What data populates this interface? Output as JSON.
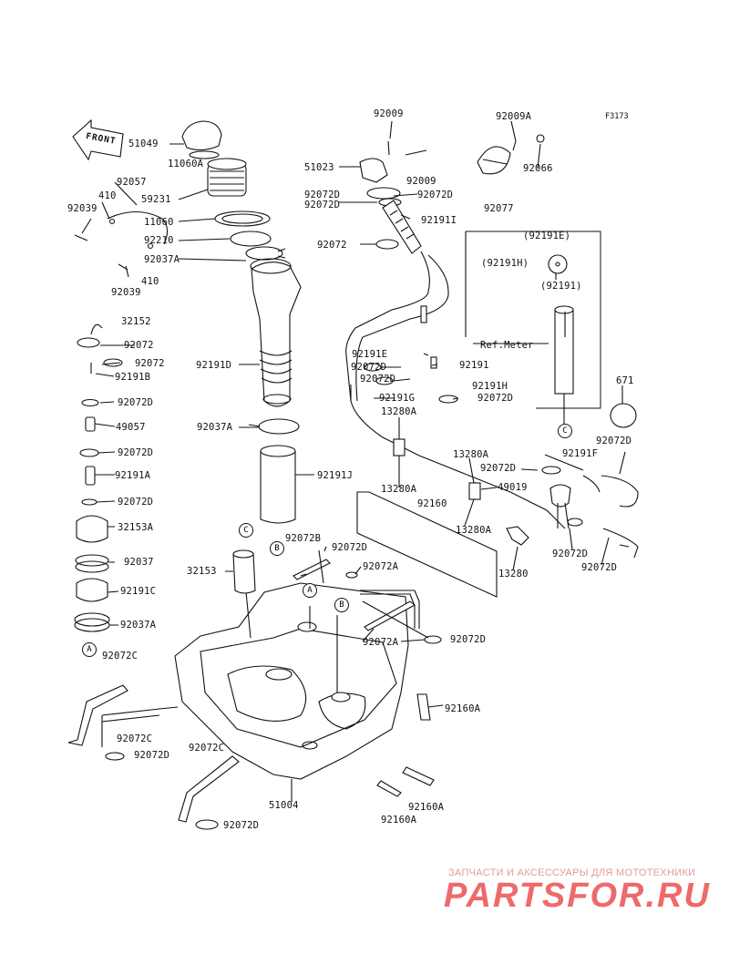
{
  "diagram": {
    "code": "F3173",
    "front_label": "FRONT",
    "labels": [
      {
        "id": "51049",
        "text": "51049"
      },
      {
        "id": "11060A",
        "text": "11060A"
      },
      {
        "id": "92057",
        "text": "92057"
      },
      {
        "id": "410a",
        "text": "410"
      },
      {
        "id": "92039a",
        "text": "92039"
      },
      {
        "id": "59231",
        "text": "59231"
      },
      {
        "id": "11060",
        "text": "11060"
      },
      {
        "id": "92210",
        "text": "92210"
      },
      {
        "id": "92037A_top",
        "text": "92037A"
      },
      {
        "id": "410b",
        "text": "410"
      },
      {
        "id": "92039b",
        "text": "92039"
      },
      {
        "id": "32152",
        "text": "32152"
      },
      {
        "id": "92072_l1",
        "text": "92072"
      },
      {
        "id": "92072_l2",
        "text": "92072"
      },
      {
        "id": "92191B",
        "text": "92191B"
      },
      {
        "id": "92072D_l1",
        "text": "92072D"
      },
      {
        "id": "49057",
        "text": "49057"
      },
      {
        "id": "92072D_l2",
        "text": "92072D"
      },
      {
        "id": "92191A",
        "text": "92191A"
      },
      {
        "id": "92072D_l3",
        "text": "92072D"
      },
      {
        "id": "32153A",
        "text": "32153A"
      },
      {
        "id": "92037",
        "text": "92037"
      },
      {
        "id": "92191C",
        "text": "92191C"
      },
      {
        "id": "92037A_l",
        "text": "92037A"
      },
      {
        "id": "A_92072C",
        "text": "92072C"
      },
      {
        "id": "92072C_2",
        "text": "92072C"
      },
      {
        "id": "92072D_l4",
        "text": "92072D"
      },
      {
        "id": "92072C_3",
        "text": "92072C"
      },
      {
        "id": "92072D_l5",
        "text": "92072D"
      },
      {
        "id": "51004",
        "text": "51004"
      },
      {
        "id": "92191D",
        "text": "92191D"
      },
      {
        "id": "92037A_mid",
        "text": "92037A"
      },
      {
        "id": "92191J",
        "text": "92191J"
      },
      {
        "id": "32153",
        "text": "32153"
      },
      {
        "id": "92072B",
        "text": "92072B"
      },
      {
        "id": "92072D_m1",
        "text": "92072D"
      },
      {
        "id": "92072A_1",
        "text": "92072A"
      },
      {
        "id": "92072A_2",
        "text": "92072A"
      },
      {
        "id": "92072D_m2",
        "text": "92072D"
      },
      {
        "id": "92009_top",
        "text": "92009"
      },
      {
        "id": "92009A",
        "text": "92009A"
      },
      {
        "id": "51023",
        "text": "51023"
      },
      {
        "id": "92066",
        "text": "92066"
      },
      {
        "id": "92009_m",
        "text": "92009"
      },
      {
        "id": "92072D_r1",
        "text": "92072D"
      },
      {
        "id": "92072D_r2",
        "text": "92072D"
      },
      {
        "id": "92072D_r3",
        "text": "92072D"
      },
      {
        "id": "92191I",
        "text": "92191I"
      },
      {
        "id": "92077",
        "text": "92077"
      },
      {
        "id": "92072",
        "text": "92072"
      },
      {
        "id": "92191E_p",
        "text": "(92191E)"
      },
      {
        "id": "92191H_p",
        "text": "(92191H)"
      },
      {
        "id": "92191_p",
        "text": "(92191)"
      },
      {
        "id": "refmeter",
        "text": "Ref.Meter"
      },
      {
        "id": "92191E",
        "text": "92191E"
      },
      {
        "id": "92072D_r4",
        "text": "92072D"
      },
      {
        "id": "92191",
        "text": "92191"
      },
      {
        "id": "92072D_r5",
        "text": "92072D"
      },
      {
        "id": "92191H",
        "text": "92191H"
      },
      {
        "id": "92072D_r6",
        "text": "92072D"
      },
      {
        "id": "92191G",
        "text": "92191G"
      },
      {
        "id": "13280A_1",
        "text": "13280A"
      },
      {
        "id": "671",
        "text": "671"
      },
      {
        "id": "92072D_r7",
        "text": "92072D"
      },
      {
        "id": "92191F",
        "text": "92191F"
      },
      {
        "id": "13280A_2",
        "text": "13280A"
      },
      {
        "id": "92072D_r8",
        "text": "92072D"
      },
      {
        "id": "13280A_3",
        "text": "13280A"
      },
      {
        "id": "49019",
        "text": "49019"
      },
      {
        "id": "92160",
        "text": "92160"
      },
      {
        "id": "13280A_4",
        "text": "13280A"
      },
      {
        "id": "13280",
        "text": "13280"
      },
      {
        "id": "92072D_r9",
        "text": "92072D"
      },
      {
        "id": "92072D_r10",
        "text": "92072D"
      },
      {
        "id": "92160A_1",
        "text": "92160A"
      },
      {
        "id": "92160A_2",
        "text": "92160A"
      },
      {
        "id": "92160A_3",
        "text": "92160A"
      }
    ],
    "refs": [
      {
        "id": "ref_A1",
        "text": "A"
      },
      {
        "id": "ref_A2",
        "text": "A"
      },
      {
        "id": "ref_B1",
        "text": "B"
      },
      {
        "id": "ref_B2",
        "text": "B"
      },
      {
        "id": "ref_C1",
        "text": "C"
      },
      {
        "id": "ref_C2",
        "text": "C"
      }
    ]
  },
  "watermark": {
    "top": "ЗАПЧАСТИ И АКСЕССУАРЫ ДЛЯ МОТОТЕХНИКИ",
    "main": "PARTSFOR.RU"
  },
  "colors": {
    "line": "#111111",
    "watermark": "#ee6a6a"
  }
}
